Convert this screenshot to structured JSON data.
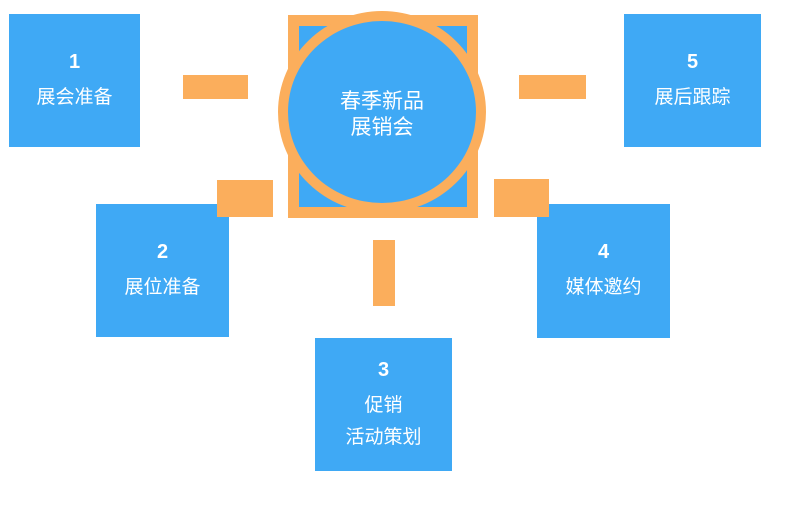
{
  "colors": {
    "blue": "#3FA9F5",
    "orange": "#FBAE5C",
    "text": "#FFFFFF",
    "background": "#FFFFFF"
  },
  "center": {
    "title_line1": "春季新品",
    "title_line2": "展销会"
  },
  "boxes": [
    {
      "number": "1",
      "label": "展会准备",
      "label2": ""
    },
    {
      "number": "2",
      "label": "展位准备",
      "label2": ""
    },
    {
      "number": "3",
      "label": "促销",
      "label2": "活动策划"
    },
    {
      "number": "4",
      "label": "媒体邀约",
      "label2": ""
    },
    {
      "number": "5",
      "label": "展后跟踪",
      "label2": ""
    }
  ]
}
